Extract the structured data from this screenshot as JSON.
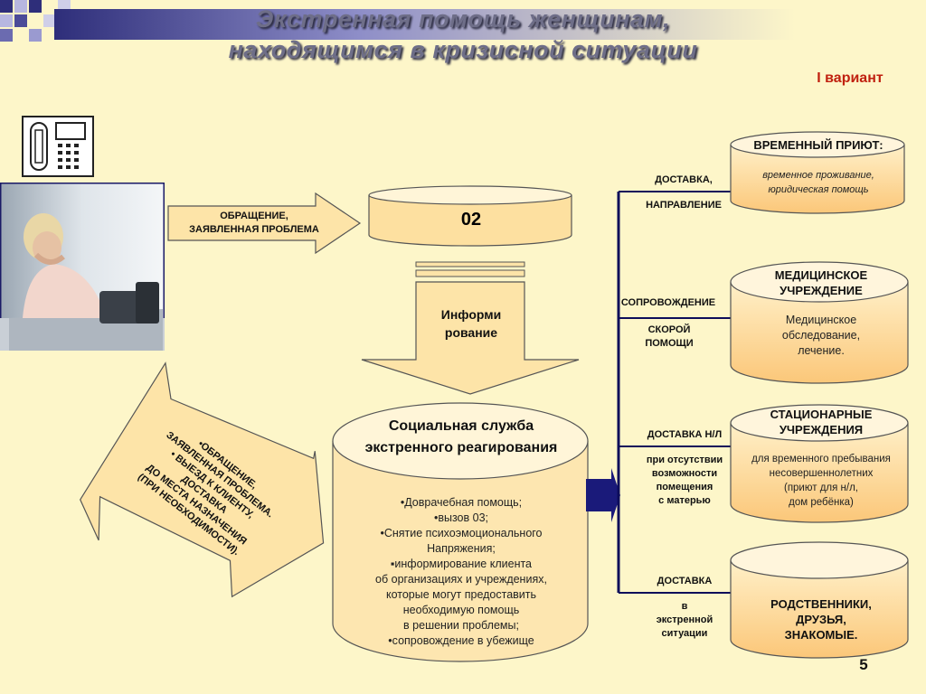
{
  "slide": {
    "title_line1": "Экстренная помощь женщинам,",
    "title_line2": "находящимся в кризисной ситуации",
    "variant": "I вариант",
    "page_number": "5"
  },
  "left": {
    "appeal_arrow": "ОБРАЩЕНИЕ,\nЗАЯВЛЕННАЯ ПРОБЛЕМА",
    "return_arrow": "•ОБРАЩЕНИЕ,\nЗАЯВЛЕННАЯ ПРОБЛЕМА.\n• ВЫЕЗД К КЛИЕНТУ,\nДОСТАВКА\nДО МЕСТА НАЗНАЧЕНИЯ\n(ПРИ НЕОБХОДИМОСТИ)."
  },
  "center": {
    "hotline": "02",
    "inform": "Информи\nрование",
    "service_title": "Социальная служба\nэкстренного реагирования",
    "service_text": "•Доврачебная  помощь;\n•вызов 03;\n•Снятие  психоэмоционального\nНапряжения;\n▪информирование клиента\nоб организациях и учреждениях,\nкоторые могут предоставить\nнеобходимую помощь\nв решении проблемы;\n•сопровождение в убежище"
  },
  "routes": [
    {
      "top": "ДОСТАВКА,",
      "bottom": "НАПРАВЛЕНИЕ"
    },
    {
      "top": "СОПРОВОЖДЕНИЕ",
      "bottom": "СКОРОЙ\nПОМОЩИ"
    },
    {
      "top": "ДОСТАВКА Н/Л",
      "bottom": "при отсутствии\nвозможности\nпомещения\nс матерью"
    },
    {
      "top": "ДОСТАВКА",
      "bottom": "в\nэкстренной\nситуации"
    }
  ],
  "destinations": [
    {
      "title": "ВРЕМЕННЫЙ ПРИЮТ:",
      "text": "временное проживание,\nюридическая помощь"
    },
    {
      "title": "МЕДИЦИНСКОЕ\nУЧРЕЖДЕНИЕ",
      "text": "Медицинское\nобследование,\nлечение."
    },
    {
      "title": "СТАЦИОНАРНЫЕ\nУЧРЕЖДЕНИЯ",
      "text": "для временного пребывания\nнесовершеннолетних\n(приют для н/л,\nдом ребёнка)"
    },
    {
      "title": "РОДСТВЕННИКИ,\nДРУЗЬЯ,\nЗНАКОМЫЕ.",
      "text": ""
    }
  ],
  "colors": {
    "background": "#fdf6c9",
    "arrow_fill": "#fde4a8",
    "cylinder_fill": "#fde0a0",
    "connector": "#0d0d5a",
    "variant_red": "#c0200f"
  }
}
